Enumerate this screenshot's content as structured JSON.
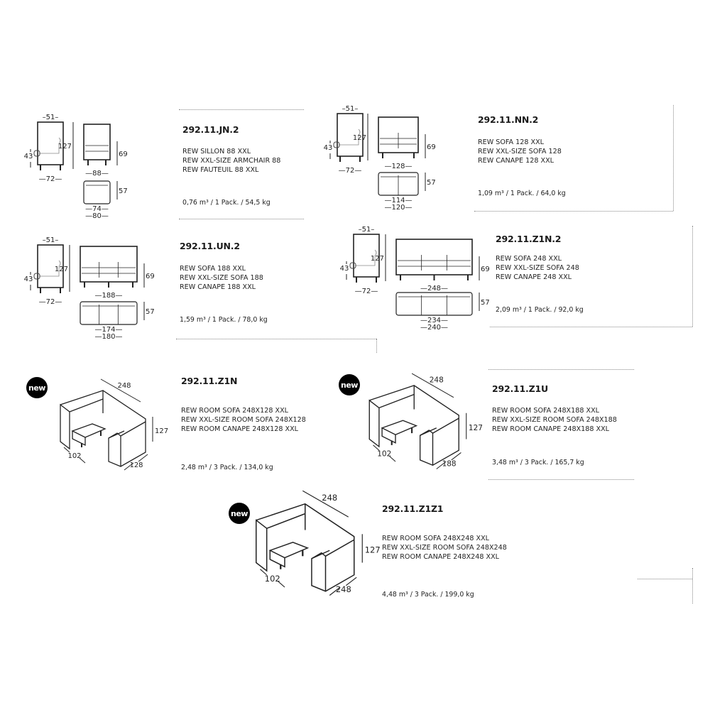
{
  "badge_label": "new",
  "products": [
    {
      "code": "292.11.JN.2",
      "desc": [
        "REW SILLON 88 XXL",
        "REW XXL-SIZE ARMCHAIR 88",
        "REW FAUTEUIL 88 XXL"
      ],
      "meta": "0,76 m³ / 1 Pack. / 54,5 kg",
      "dims": {
        "side_depth": "51",
        "seat_height": "43",
        "side_width": "72",
        "height": "127",
        "arm_height": "69",
        "front_width": "88",
        "top_depth": "57",
        "inner_width": "74",
        "outer_width": "80"
      }
    },
    {
      "code": "292.11.NN.2",
      "desc": [
        "REW SOFA 128 XXL",
        "REW XXL-SIZE SOFA 128",
        "REW CANAPE 128 XXL"
      ],
      "meta": "1,09 m³ / 1 Pack. / 64,0 kg",
      "dims": {
        "side_depth": "51",
        "seat_height": "43",
        "side_width": "72",
        "height": "127",
        "arm_height": "69",
        "front_width": "128",
        "top_depth": "57",
        "inner_width": "114",
        "outer_width": "120"
      }
    },
    {
      "code": "292.11.UN.2",
      "desc": [
        "REW SOFA 188 XXL",
        "REW XXL-SIZE SOFA 188",
        "REW CANAPE 188 XXL"
      ],
      "meta": "1,59 m³ / 1 Pack. / 78,0 kg",
      "dims": {
        "side_depth": "51",
        "seat_height": "43",
        "side_width": "72",
        "height": "127",
        "arm_height": "69",
        "front_width": "188",
        "top_depth": "57",
        "inner_width": "174",
        "outer_width": "180"
      }
    },
    {
      "code": "292.11.Z1N.2",
      "desc": [
        "REW SOFA 248 XXL",
        "REW XXL-SIZE SOFA 248",
        "REW CANAPE 248 XXL"
      ],
      "meta": "2,09 m³ / 1 Pack. / 92,0 kg",
      "dims": {
        "side_depth": "51",
        "seat_height": "43",
        "side_width": "72",
        "height": "127",
        "arm_height": "69",
        "front_width": "248",
        "top_depth": "57",
        "inner_width": "234",
        "outer_width": "240"
      }
    },
    {
      "code": "292.11.Z1N",
      "desc": [
        "REW ROOM SOFA 248X128 XXL",
        "REW XXL-SIZE ROOM SOFA 248X128",
        "REW ROOM CANAPE 248X128 XXL"
      ],
      "meta": "2,48 m³ / 3 Pack. / 134,0 kg",
      "is_new": true,
      "dims": {
        "width": "248",
        "height": "127",
        "depth": "128",
        "seat_depth": "102"
      }
    },
    {
      "code": "292.11.Z1U",
      "desc": [
        "REW ROOM SOFA 248X188 XXL",
        "REW XXL-SIZE ROOM SOFA 248X188",
        "REW ROOM CANAPE 248X188 XXL"
      ],
      "meta": "3,48 m³ / 3 Pack. / 165,7 kg",
      "is_new": true,
      "dims": {
        "width": "248",
        "height": "127",
        "depth": "188",
        "seat_depth": "102"
      }
    },
    {
      "code": "292.11.Z1Z1",
      "desc": [
        "REW ROOM SOFA 248X248 XXL",
        "REW XXL-SIZE ROOM SOFA 248X248",
        "REW ROOM CANAPE 248X248 XXL"
      ],
      "meta": "4,48 m³ / 3 Pack. / 199,0 kg",
      "is_new": true,
      "dims": {
        "width": "248",
        "height": "127",
        "depth": "248",
        "seat_depth": "102"
      }
    }
  ]
}
